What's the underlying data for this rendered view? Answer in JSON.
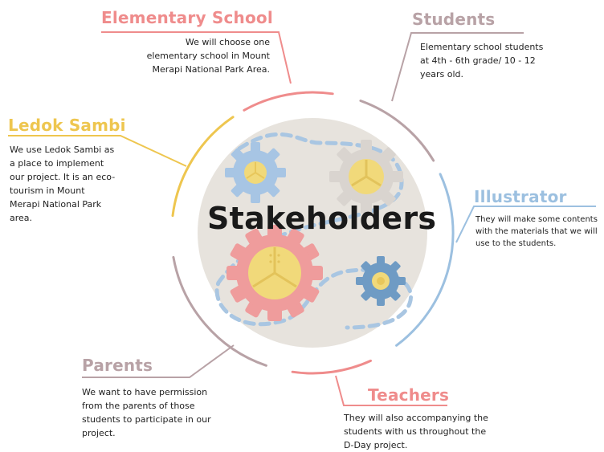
{
  "center_label": "Stakeholders",
  "colors": {
    "elementary": "#ef8c8c",
    "students": "#b8a2a6",
    "illustrator": "#9cc0e0",
    "ledok": "#eec64f",
    "parents": "#b8a2a6",
    "teachers": "#ef8c8c",
    "hub_fill": "#e7e3dd",
    "path_dash": "#a9c6e2"
  },
  "stakeholders": {
    "elementary_school": {
      "title": "Elementary School",
      "description": "We will choose one\nelementary school in Mount\nMerapi National Park Area."
    },
    "students": {
      "title": "Students",
      "description": "Elementary school students\nat 4th - 6th grade/ 10 - 12\nyears old."
    },
    "ledok_sambi": {
      "title": "Ledok Sambi",
      "description": "We use Ledok Sambi as\na place to implement\nour project. It is an eco-\ntourism in Mount\nMerapi National Park\narea."
    },
    "illustrator": {
      "title": "Illustrator",
      "description": "They will make some contents\nwith the materials that we will\nuse to the students."
    },
    "parents": {
      "title": "Parents",
      "description": "We want to have permission\nfrom the parents of those\nstudents to participate in our\nproject."
    },
    "teachers": {
      "title": "Teachers",
      "description": "They will also accompanying the\nstudents with us throughout the\nD-Day project."
    }
  }
}
